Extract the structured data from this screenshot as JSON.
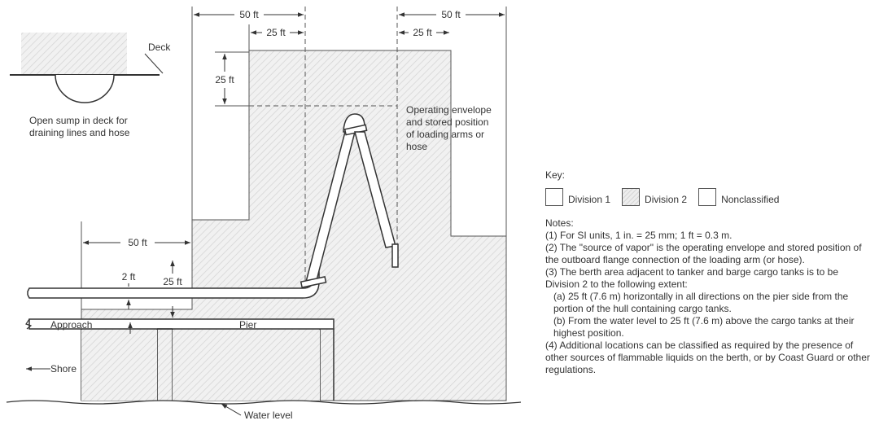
{
  "diagram": {
    "dimensions": {
      "top_left_50": "50 ft",
      "top_left_25": "25 ft",
      "top_right_50": "50 ft",
      "top_right_25": "25 ft",
      "vertical_25": "25 ft",
      "left_50": "50 ft",
      "pipe_2": "2 ft",
      "pipe_25": "25 ft"
    },
    "labels": {
      "deck": "Deck",
      "sump_line1": "Open sump in deck for",
      "sump_line2": "draining lines and hose",
      "envelope_line1": "Operating envelope",
      "envelope_line2": "and stored position",
      "envelope_line3": "of loading arms or",
      "envelope_line4": "hose",
      "approach": "Approach",
      "pier": "Pier",
      "shore": "Shore",
      "water_level": "Water level"
    }
  },
  "legend": {
    "key_title": "Key:",
    "items": [
      "Division 1",
      "Division 2",
      "Nonclassified"
    ],
    "notes_title": "Notes:",
    "notes": [
      "(1) For SI units, 1 in. = 25 mm; 1 ft = 0.3 m.",
      "(2) The \"source of vapor\" is the operating envelope and stored position of the outboard flange connection of the loading arm (or hose).",
      "(3) The berth area adjacent to tanker and barge cargo tanks is to be Division 2 to the following extent:",
      "(a) 25 ft (7.6 m) horizontally in all directions on the pier side from the portion of the hull containing cargo tanks.",
      "(b) From the water level to 25 ft (7.6 m) above the cargo tanks at their highest position.",
      "(4) Additional locations can be classified as required by the presence of other sources of flammable liquids on the berth, or by Coast Guard or other regulations."
    ]
  },
  "colors": {
    "line": "#333333",
    "hatch": "#d4d4d4",
    "background": "#ffffff"
  }
}
